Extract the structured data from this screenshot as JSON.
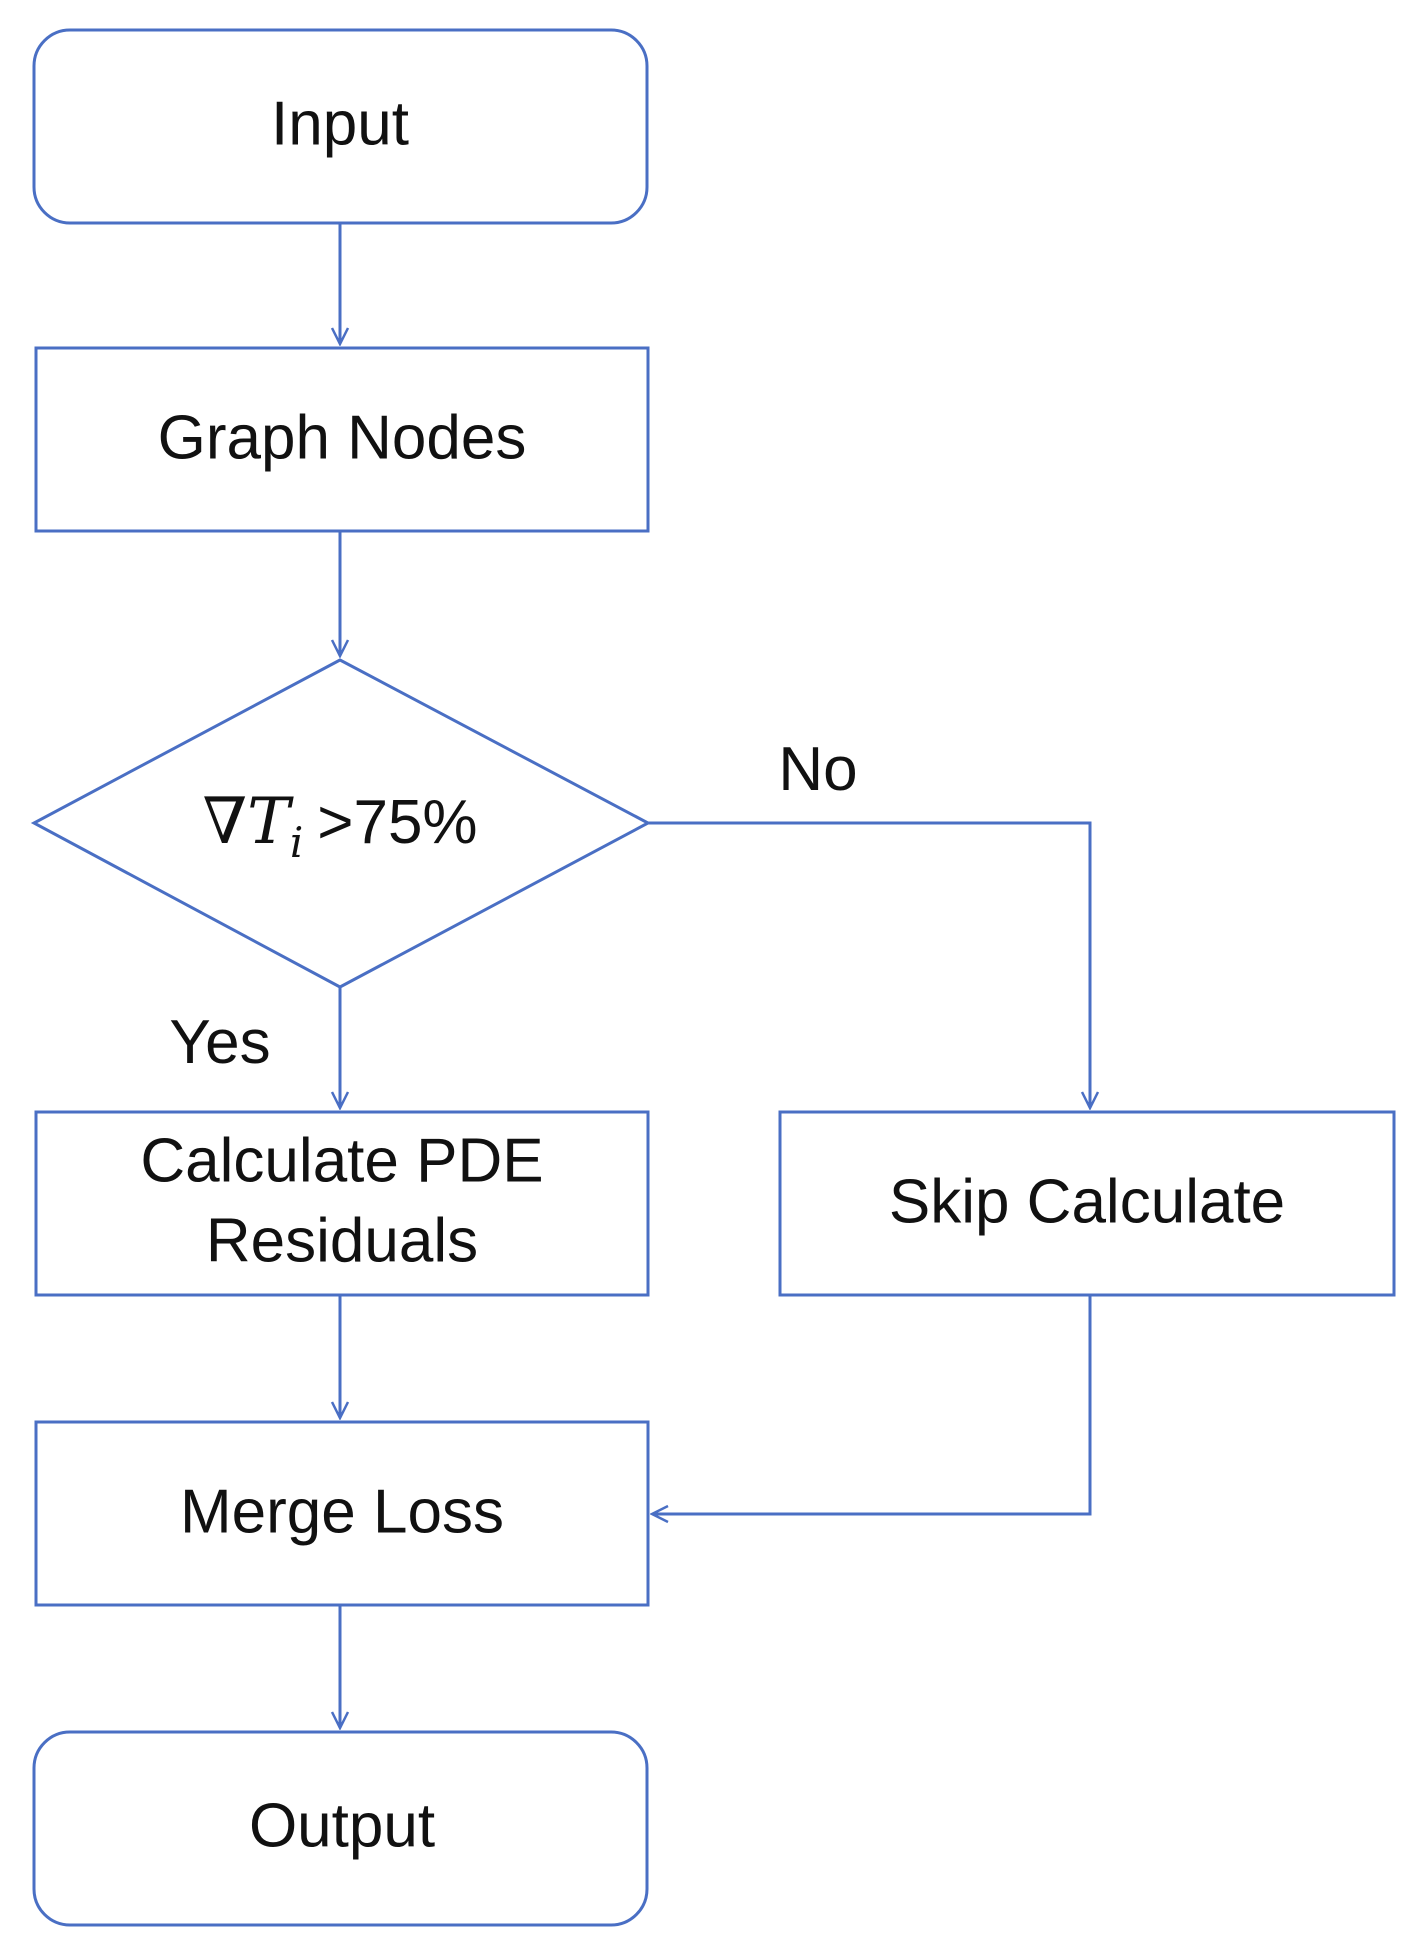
{
  "colors": {
    "stroke": "#4a6fc4",
    "text": "#111111",
    "background": "#ffffff"
  },
  "nodes": {
    "input": "Input",
    "graph_nodes": "Graph Nodes",
    "decision": {
      "nabla": "∇",
      "symbol": "T",
      "subscript": "i",
      "condition": ">75%"
    },
    "calc_line1": "Calculate PDE",
    "calc_line2": "Residuals",
    "skip": "Skip Calculate",
    "merge": "Merge Loss",
    "output": "Output"
  },
  "edge_labels": {
    "no": "No",
    "yes": "Yes"
  }
}
